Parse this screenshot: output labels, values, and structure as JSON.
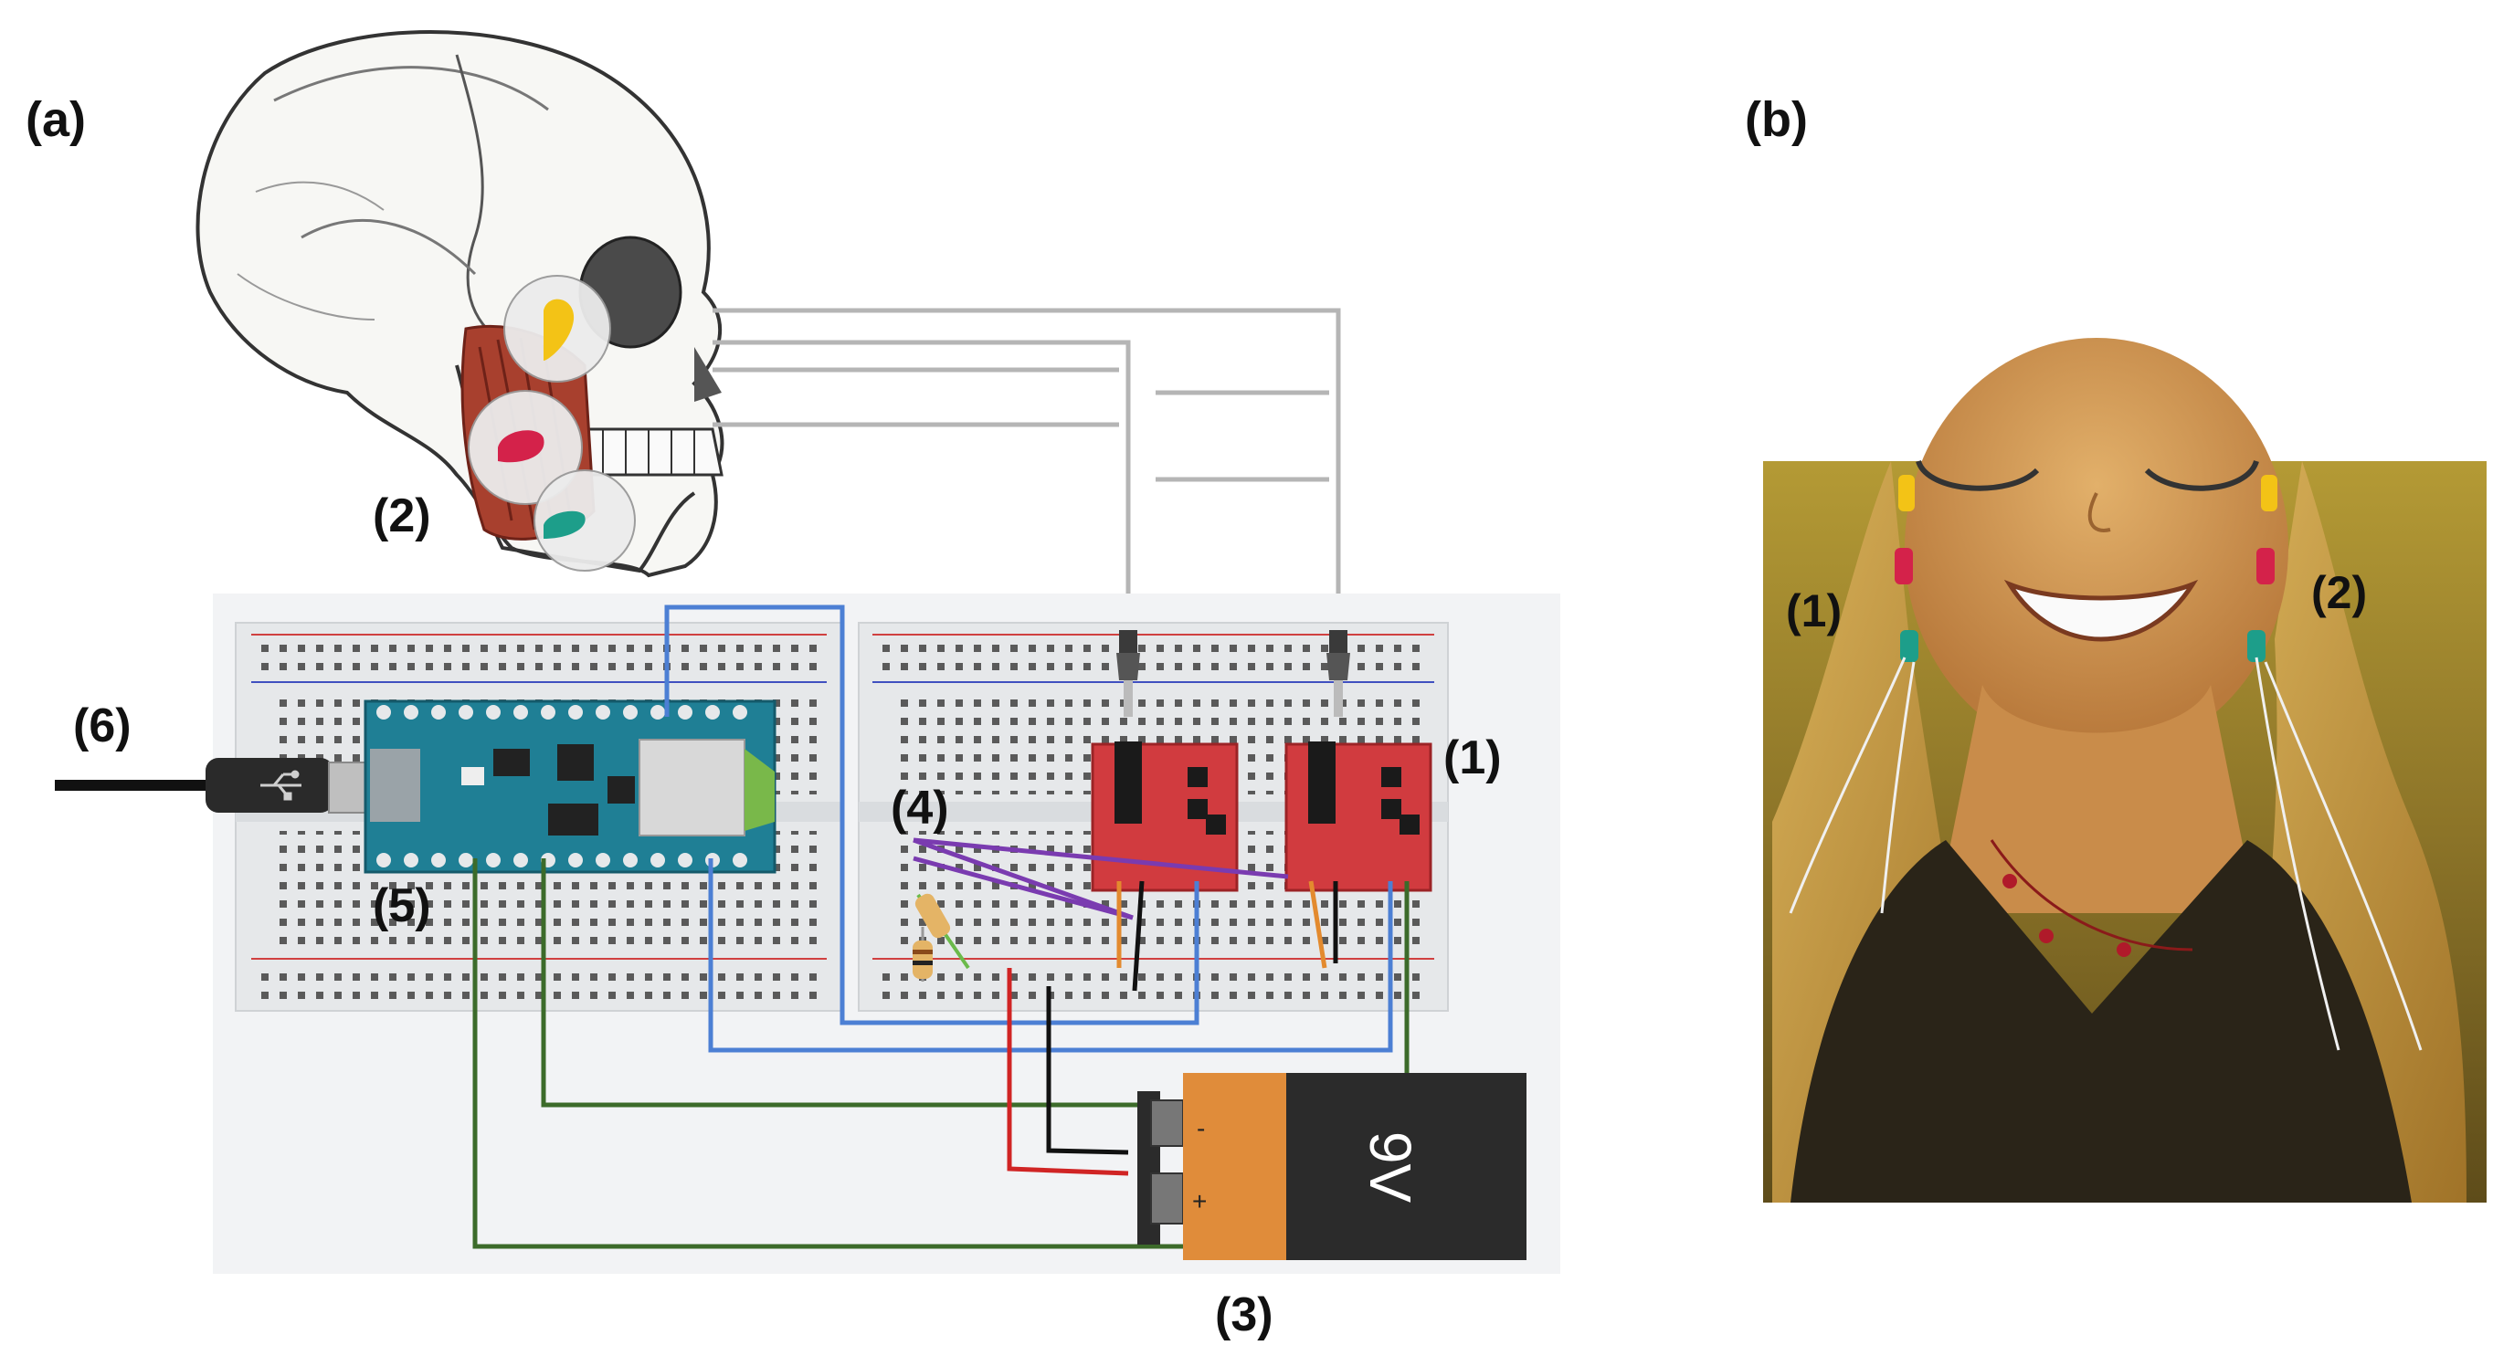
{
  "panels": {
    "a_label": "(a)",
    "b_label": "(b)"
  },
  "callouts": {
    "c1": "(1)",
    "c2": "(2)",
    "c3": "(3)",
    "c4": "(4)",
    "c5": "(5)",
    "c6": "(6)"
  },
  "photo": {
    "left_label": "(1)",
    "right_label": "(2)"
  },
  "battery": {
    "voltage": "9V",
    "minus": "-",
    "plus": "+"
  },
  "colors": {
    "breadboard_bg": "#f2f3f5",
    "board_surface": "#e6e8ea",
    "arduino": "#1f7f95",
    "emg_module": "#d13b3f",
    "battery_body": "#2b2b2b",
    "battery_cap": "#e08c3a",
    "wire_gray": "#b5b5b5",
    "wire_blue": "#4c7fd4",
    "wire_green": "#3c6b2a",
    "wire_purple": "#7a3bb0",
    "wire_orange": "#e38a2e",
    "wire_red": "#d02424",
    "muscle": "#a8402e",
    "electrode_yellow": "#f3c316",
    "electrode_red": "#d4224a",
    "electrode_teal": "#1d9e8a"
  },
  "icons": {
    "usb": "usb-icon"
  }
}
